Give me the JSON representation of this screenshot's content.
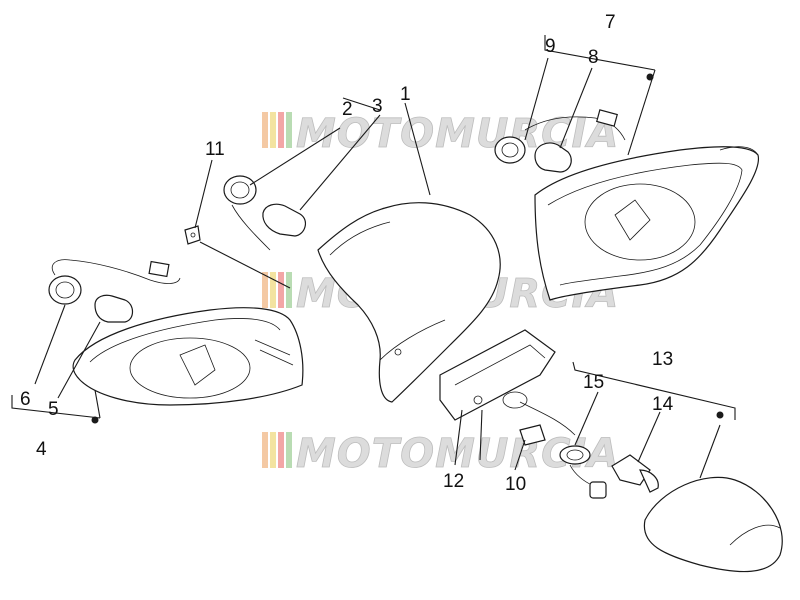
{
  "watermark": {
    "brand_text": "MOTOMURCIA",
    "stripe_colors": [
      "#f4c9a4",
      "#f3e3a0",
      "#f2a6a6",
      "#b9dcb3"
    ]
  },
  "callouts": {
    "c1": "1",
    "c2": "2",
    "c3": "3",
    "c4": "4",
    "c5": "5",
    "c6": "6",
    "c7": "7",
    "c8": "8",
    "c9": "9",
    "c10": "10",
    "c11": "11",
    "c12": "12",
    "c13": "13",
    "c14": "14",
    "c15": "15"
  },
  "colors": {
    "line": "#1a1a1a",
    "background": "#ffffff"
  }
}
